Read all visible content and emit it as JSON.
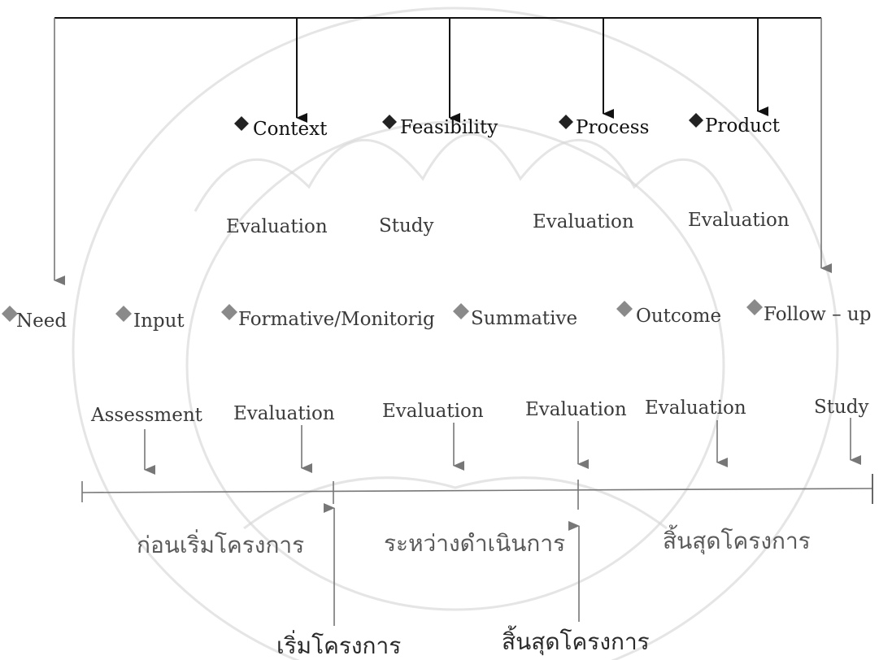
{
  "top_models": [
    {
      "name": "Context",
      "sub": "Evaluation"
    },
    {
      "name": "Feasibility",
      "sub": "Study"
    },
    {
      "name": "Process",
      "sub": "Evaluation"
    },
    {
      "name": "Product",
      "sub": "Evaluation"
    }
  ],
  "bottom_models": [
    {
      "name": "Need",
      "sub": "Assessment"
    },
    {
      "name": "Input",
      "sub": "Evaluation"
    },
    {
      "name": "Formative/Monitorig",
      "sub": "Evaluation"
    },
    {
      "name": "Summative",
      "sub": "Evaluation"
    },
    {
      "name": "Outcome",
      "sub": "Evaluation"
    },
    {
      "name": "Follow – up",
      "sub": "Study"
    }
  ],
  "phases": {
    "before": "ก่อนเริ่มโครงการ",
    "during": "ระหว่างดำเนินการ",
    "after": "สิ้นสุดโครงการ"
  },
  "milestones": {
    "start": "เริ่มโครงการ",
    "end": "สิ้นสุดโครงการ"
  },
  "colors": {
    "dark_line": "#111111",
    "gray_line": "#777777",
    "dark_diamond": "#222222",
    "gray_diamond": "#8a8a8a"
  }
}
